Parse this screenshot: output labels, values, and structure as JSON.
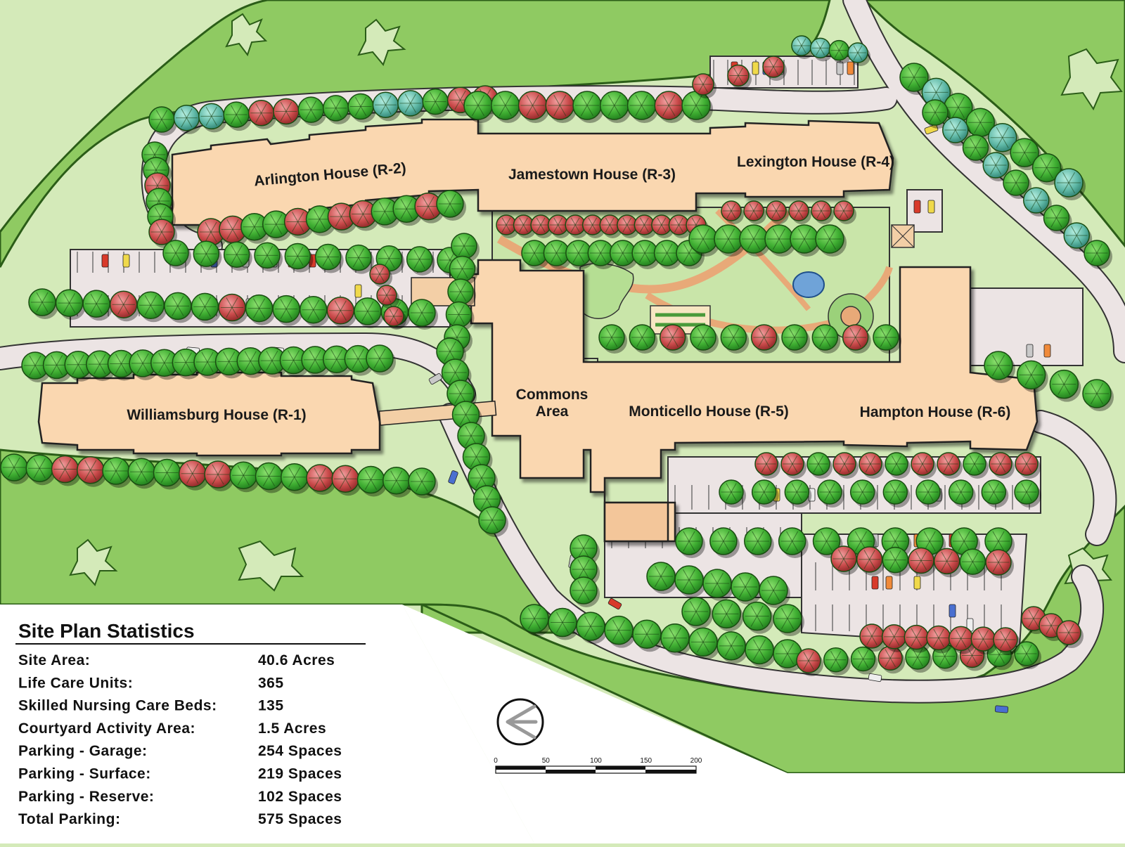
{
  "map": {
    "buildings": [
      {
        "id": "r2",
        "label": "Arlington House (R-2)"
      },
      {
        "id": "r3",
        "label": "Jamestown House (R-3)"
      },
      {
        "id": "r4",
        "label": "Lexington House (R-4)"
      },
      {
        "id": "r1",
        "label": "Williamsburg House (R-1)"
      },
      {
        "id": "commons",
        "label_line1": "Commons",
        "label_line2": "Area"
      },
      {
        "id": "r5",
        "label": "Monticello House (R-5)"
      },
      {
        "id": "r6",
        "label": "Hampton House (R-6)"
      }
    ],
    "colors": {
      "woods": "#8fca62",
      "lawn": "#cfe8b3",
      "road": "#ebe3e3",
      "building": "#fad7b0",
      "tree_green": "#3fae32",
      "tree_red": "#c94a4a",
      "tree_teal": "#5fb8a6"
    },
    "scale_bar": {
      "ticks": [
        "0",
        "50",
        "100",
        "150",
        "200"
      ]
    },
    "north_arrow_icon": "north-arrow-icon"
  },
  "stats": {
    "title": "Site Plan Statistics",
    "rows": [
      {
        "label": "Site Area:",
        "value": "40.6 Acres"
      },
      {
        "label": "Life Care Units:",
        "value": "365"
      },
      {
        "label": "Skilled Nursing Care Beds:",
        "value": "135"
      },
      {
        "label": "Courtyard Activity Area:",
        "value": "1.5 Acres"
      },
      {
        "label": "Parking - Garage:",
        "value": "254 Spaces"
      },
      {
        "label": "Parking - Surface:",
        "value": "219 Spaces"
      },
      {
        "label": "Parking - Reserve:",
        "value": "102 Spaces"
      },
      {
        "label": "Total Parking:",
        "value": "575 Spaces"
      }
    ]
  }
}
